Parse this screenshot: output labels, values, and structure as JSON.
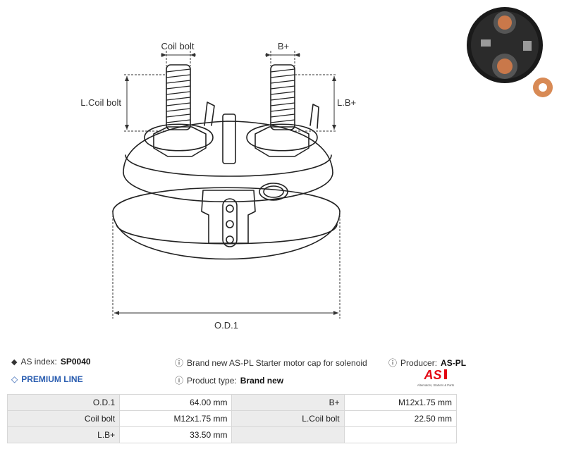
{
  "dimensions": {
    "coil_bolt": "Coil bolt",
    "b_plus": "B+",
    "l_coil_bolt": "L.Coil bolt",
    "l_b_plus": "L.B+",
    "od1": "O.D.1"
  },
  "info": {
    "as_index_label": "AS index:",
    "as_index_value": "SP0040",
    "premium_line": "PREMIUM LINE",
    "description": "Brand new AS-PL Starter motor cap for solenoid",
    "product_type_label": "Product type:",
    "product_type_value": "Brand new",
    "producer_label": "Producer:",
    "producer_value": "AS-PL"
  },
  "logo": {
    "mark": "AS",
    "tagline": "Alternators, Starters & Parts",
    "accent": "#e30613"
  },
  "specs": [
    {
      "k1": "O.D.1",
      "v1": "64.00 mm",
      "k2": "B+",
      "v2": "M12x1.75 mm"
    },
    {
      "k1": "Coil bolt",
      "v1": "M12x1.75 mm",
      "k2": "L.Coil bolt",
      "v2": "22.50 mm"
    },
    {
      "k1": "L.B+",
      "v1": "33.50 mm",
      "k2": "",
      "v2": ""
    }
  ]
}
